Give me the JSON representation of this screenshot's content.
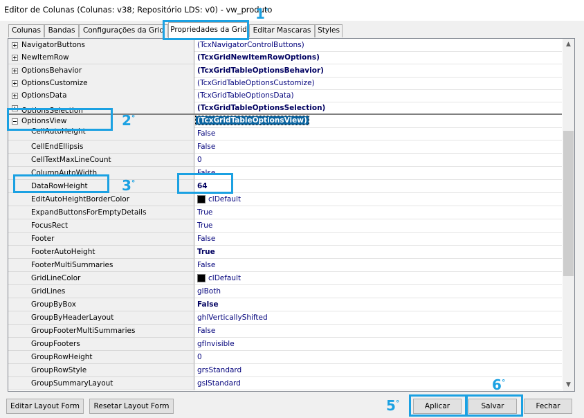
{
  "window": {
    "title": "Editor de Colunas (Colunas: v38; Repositório LDS: v0) - vw_produto"
  },
  "tabs": [
    {
      "label": "Colunas"
    },
    {
      "label": "Bandas"
    },
    {
      "label": "Configurações da Grid"
    },
    {
      "label": "Propriedades da Grid",
      "active": true
    },
    {
      "label": "Editar Mascaras"
    },
    {
      "label": "Styles"
    }
  ],
  "properties": [
    {
      "name": "NavigatorButtons",
      "value": "(TcxNavigatorControlButtons)",
      "expandable": true
    },
    {
      "name": "NewItemRow",
      "value": "(TcxGridNewItemRowOptions)",
      "expandable": true,
      "bold": true
    },
    {
      "name": "OptionsBehavior",
      "value": "(TcxGridTableOptionsBehavior)",
      "expandable": true,
      "bold": true
    },
    {
      "name": "OptionsCustomize",
      "value": "(TcxGridTableOptionsCustomize)",
      "expandable": true
    },
    {
      "name": "OptionsData",
      "value": "(TcxGridTableOptionsData)",
      "expandable": true
    },
    {
      "name": "OptionsSelection",
      "value": "(TcxGridTableOptionsSelection)",
      "expandable": true,
      "bold": true
    },
    {
      "name": "OptionsView",
      "value": "(TcxGridTableOptionsView)",
      "expandable": true,
      "expanded": true,
      "selected": true
    },
    {
      "name": "CellAutoHeight",
      "value": "False"
    },
    {
      "name": "CellEndEllipsis",
      "value": "False"
    },
    {
      "name": "CellTextMaxLineCount",
      "value": "0"
    },
    {
      "name": "ColumnAutoWidth",
      "value": "False"
    },
    {
      "name": "DataRowHeight",
      "value": "64",
      "bold": true
    },
    {
      "name": "EditAutoHeightBorderColor",
      "value": "clDefault",
      "swatch": "#000000"
    },
    {
      "name": "ExpandButtonsForEmptyDetails",
      "value": "True"
    },
    {
      "name": "FocusRect",
      "value": "True"
    },
    {
      "name": "Footer",
      "value": "False"
    },
    {
      "name": "FooterAutoHeight",
      "value": "True",
      "bold": true
    },
    {
      "name": "FooterMultiSummaries",
      "value": "False"
    },
    {
      "name": "GridLineColor",
      "value": "clDefault",
      "swatch": "#000000"
    },
    {
      "name": "GridLines",
      "value": "glBoth"
    },
    {
      "name": "GroupByBox",
      "value": "False",
      "bold": true
    },
    {
      "name": "GroupByHeaderLayout",
      "value": "ghlVerticallyShifted"
    },
    {
      "name": "GroupFooterMultiSummaries",
      "value": "False"
    },
    {
      "name": "GroupFooters",
      "value": "gfInvisible"
    },
    {
      "name": "GroupRowHeight",
      "value": "0"
    },
    {
      "name": "GroupRowStyle",
      "value": "grsStandard"
    },
    {
      "name": "GroupSummaryLayout",
      "value": "gslStandard"
    }
  ],
  "buttons": {
    "edit_layout": "Editar Layout Form",
    "reset_layout": "Resetar Layout Form",
    "apply": "Aplicar",
    "save": "Salvar",
    "close": "Fechar"
  },
  "annotations": {
    "n1": "1",
    "n2": "2",
    "n3": "3",
    "n5": "5",
    "n6": "6",
    "degree": "°",
    "color": "#1ba1e2"
  }
}
